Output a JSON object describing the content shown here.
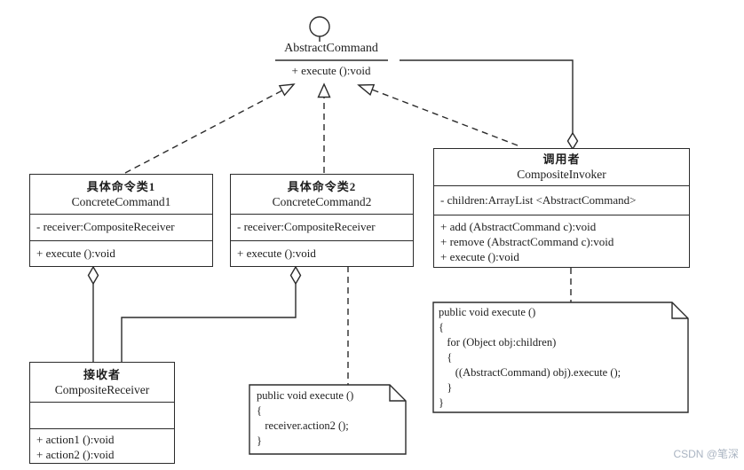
{
  "colors": {
    "line": "#2b2b2b",
    "background": "#ffffff",
    "watermark": "#aab4c2"
  },
  "interface": {
    "name": "AbstractCommand",
    "operations": "+ execute ():void"
  },
  "classes": {
    "concrete_command_1": {
      "title_zh": "具体命令类1",
      "title_en": "ConcreteCommand1",
      "attributes": "- receiver:CompositeReceiver",
      "methods": "+ execute ():void"
    },
    "concrete_command_2": {
      "title_zh": "具体命令类2",
      "title_en": "ConcreteCommand2",
      "attributes": "- receiver:CompositeReceiver",
      "methods": "+ execute ():void"
    },
    "composite_invoker": {
      "title_zh": "调用者",
      "title_en": "CompositeInvoker",
      "attributes": "- children:ArrayList <AbstractCommand>",
      "methods": "+ add (AbstractCommand c):void\n+ remove (AbstractCommand c):void\n+ execute ():void"
    },
    "composite_receiver": {
      "title_zh": "接收者",
      "title_en": "CompositeReceiver",
      "attributes": "",
      "methods": "+ action1 ():void\n+ action2 ():void"
    }
  },
  "notes": {
    "invoker_execute": "public void execute ()\n{\n   for (Object obj:children)\n   {\n      ((AbstractCommand) obj).execute ();\n   }\n}",
    "command2_execute": "public void execute ()\n{\n   receiver.action2 ();\n}"
  },
  "watermark": "CSDN @笔深"
}
